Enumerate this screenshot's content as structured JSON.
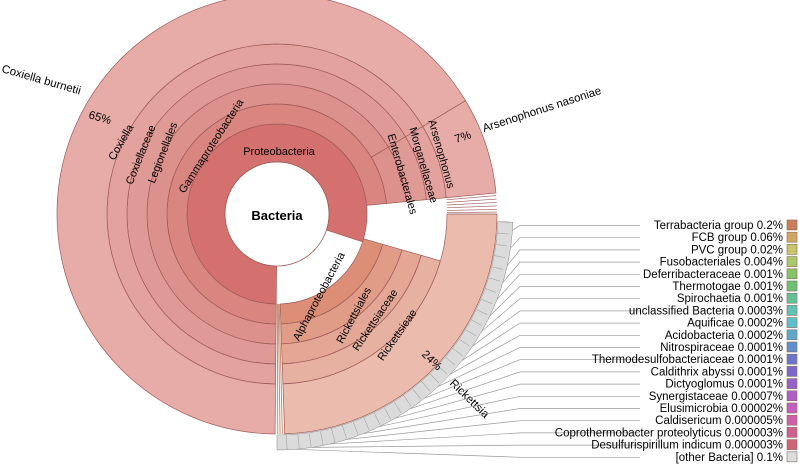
{
  "chart_data": {
    "type": "sunburst",
    "root": "Bacteria",
    "colors": {
      "proteobacteria": "#d4716e",
      "gamma": "#d98580",
      "legionellales": "#dd918c",
      "coxiellaceae": "#e09a95",
      "coxiella": "#e3a29d",
      "species": "#e7aca7",
      "alpha": "#dc8e76",
      "rickettsiales": "#e09c86",
      "rickettsiaceae": "#e4a795",
      "rickettsieae": "#e7b1a1",
      "rickettsia": "#ebbbad",
      "border": "#9c5a57"
    },
    "main_lineages": [
      {
        "name": "Coxiella burnetii",
        "percent": "65%",
        "path": [
          "Proteobacteria",
          "Gammaproteobacteria",
          "Legionellales",
          "Coxiellaceae",
          "Coxiella",
          "Coxiella burnetii"
        ]
      },
      {
        "name": "Arsenophonus nasoniae",
        "percent": "7%",
        "path": [
          "Proteobacteria",
          "Gammaproteobacteria",
          "Enterobacterales",
          "Morganellaceae",
          "Arsenophonus",
          "Arsenophonus nasoniae"
        ]
      },
      {
        "name": "Rickettsia",
        "percent": "24%",
        "path": [
          "Proteobacteria",
          "Alphaproteobacteria",
          "Rickettsiales",
          "Rickettsiaceae",
          "Rickettsieae",
          "Rickettsia"
        ]
      }
    ],
    "ring_labels": {
      "proteobacteria": "Proteobacteria",
      "gammaproteobacteria": "Gammaproteobacteria",
      "legionellales": "Legionellales",
      "coxiellaceae": "Coxiellaceae",
      "coxiella": "Coxiella",
      "enterobacterales": "Enterobacterales",
      "morganellaceae": "Morganellaceae",
      "arsenophonus": "Arsenophonus",
      "alphaproteobacteria": "Alphaproteobacteria",
      "rickettsiales": "Rickettsiales",
      "rickettsiaceae": "Rickettsiaceae",
      "rickettsieae": "Rickettsieae"
    },
    "minor_taxa": [
      {
        "name": "Terrabacteria group",
        "value": "0.2%",
        "color": "#c97f59"
      },
      {
        "name": "FCB group",
        "value": "0.06%",
        "color": "#d4a665"
      },
      {
        "name": "PVC group",
        "value": "0.02%",
        "color": "#c9c46a"
      },
      {
        "name": "Fusobacteriales",
        "value": "0.004%",
        "color": "#a9c86b"
      },
      {
        "name": "Deferribacteraceae",
        "value": "0.001%",
        "color": "#86c468"
      },
      {
        "name": "Thermotogae",
        "value": "0.001%",
        "color": "#6cc175"
      },
      {
        "name": "Spirochaetia",
        "value": "0.001%",
        "color": "#64c396"
      },
      {
        "name": "unclassified Bacteria",
        "value": "0.0003%",
        "color": "#5ec4b5"
      },
      {
        "name": "Aquificae",
        "value": "0.0002%",
        "color": "#5cbfc9"
      },
      {
        "name": "Acidobacteria",
        "value": "0.0002%",
        "color": "#5ca9cc"
      },
      {
        "name": "Nitrospiraceae",
        "value": "0.0001%",
        "color": "#5f8fcc"
      },
      {
        "name": "Thermodesulfobacteriaceae",
        "value": "0.0001%",
        "color": "#6a76cb"
      },
      {
        "name": "Caldithrix abyssi",
        "value": "0.0001%",
        "color": "#7b66c9"
      },
      {
        "name": "Dictyoglomus",
        "value": "0.0001%",
        "color": "#9462c9"
      },
      {
        "name": "Synergistaceae",
        "value": "0.00007%",
        "color": "#ad5fc6"
      },
      {
        "name": "Elusimicrobia",
        "value": "0.00002%",
        "color": "#c35fc0"
      },
      {
        "name": "Caldisericum",
        "value": "0.000005%",
        "color": "#cc5fa9"
      },
      {
        "name": "Coprothermobacter proteolyticus",
        "value": "0.000003%",
        "color": "#cd6190"
      },
      {
        "name": "Desulfurispirillum indicum",
        "value": "0.000003%",
        "color": "#ce6678"
      },
      {
        "name": "[other Bacteria]",
        "value": "0.1%",
        "color": "#dcdcdc"
      }
    ]
  }
}
